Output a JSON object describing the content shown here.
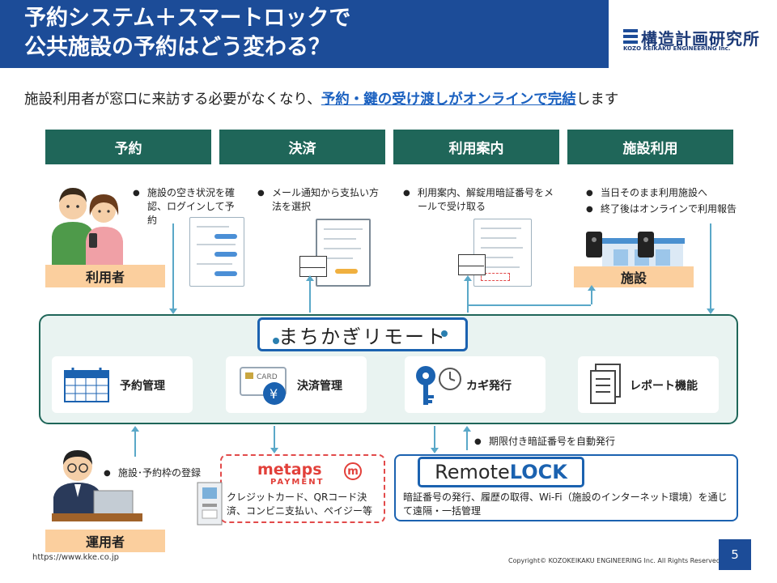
{
  "title": {
    "line1": "予約システム＋スマートロックで",
    "line2": "公共施設の予約はどう変わる？"
  },
  "logo": {
    "jp": "構造計画研究所",
    "en": "KOZO KEIKAKU ENGINEERING Inc."
  },
  "subtitle": {
    "before": "施設利用者が窓口に来訪する必要がなくなり、",
    "highlight": "予約・鍵の受け渡しがオンラインで完結",
    "after": "します"
  },
  "steps": [
    "予約",
    "決済",
    "利用案内",
    "施設利用"
  ],
  "step_descriptions": {
    "reserve": "施設の空き状況を確認、ログインして予約",
    "payment": "メール通知から支払い方法を選択",
    "guide": "利用案内、解錠用暗証番号をメールで受け取る",
    "use_1": "当日そのまま利用施設へ",
    "use_2": "終了後はオンラインで利用報告"
  },
  "roles": {
    "user": "利用者",
    "facility": "施設",
    "operator": "運用者"
  },
  "platform": {
    "name": "まちかぎリモート",
    "modules": [
      {
        "label": "予約管理",
        "icon": "calendar-icon"
      },
      {
        "label": "決済管理",
        "icon": "card-yen-icon"
      },
      {
        "label": "カギ発行",
        "icon": "key-clock-icon"
      },
      {
        "label": "レポート機能",
        "icon": "document-icon"
      }
    ]
  },
  "notes": {
    "auto_code": "期限付き暗証番号を自動発行",
    "operator_task": "施設･予約枠の登録"
  },
  "metaps": {
    "logo": "metaps",
    "logo_m": "m",
    "sub": "PAYMENT",
    "text": "クレジットカード、QRコード決済、コンビニ支払い、ペイジー等"
  },
  "remotelock": {
    "logo_a": "Remote",
    "logo_b": "LOCK",
    "text": "暗証番号の発行、履歴の取得、Wi-Fi（施設のインターネット環境）を通じて遠隔・一括管理"
  },
  "footer": {
    "url": "https://www.kke.co.jp",
    "copyright": "Copyright© KOZOKEIKAKU ENGINEERING Inc. All Rights Reserved.",
    "page": "5"
  },
  "colors": {
    "title_bg": "#1c4c98",
    "step_bg": "#1f6659",
    "role_bg": "#fbcf9e",
    "highlight": "#1b61c0",
    "metaps_red": "#e2403a"
  }
}
